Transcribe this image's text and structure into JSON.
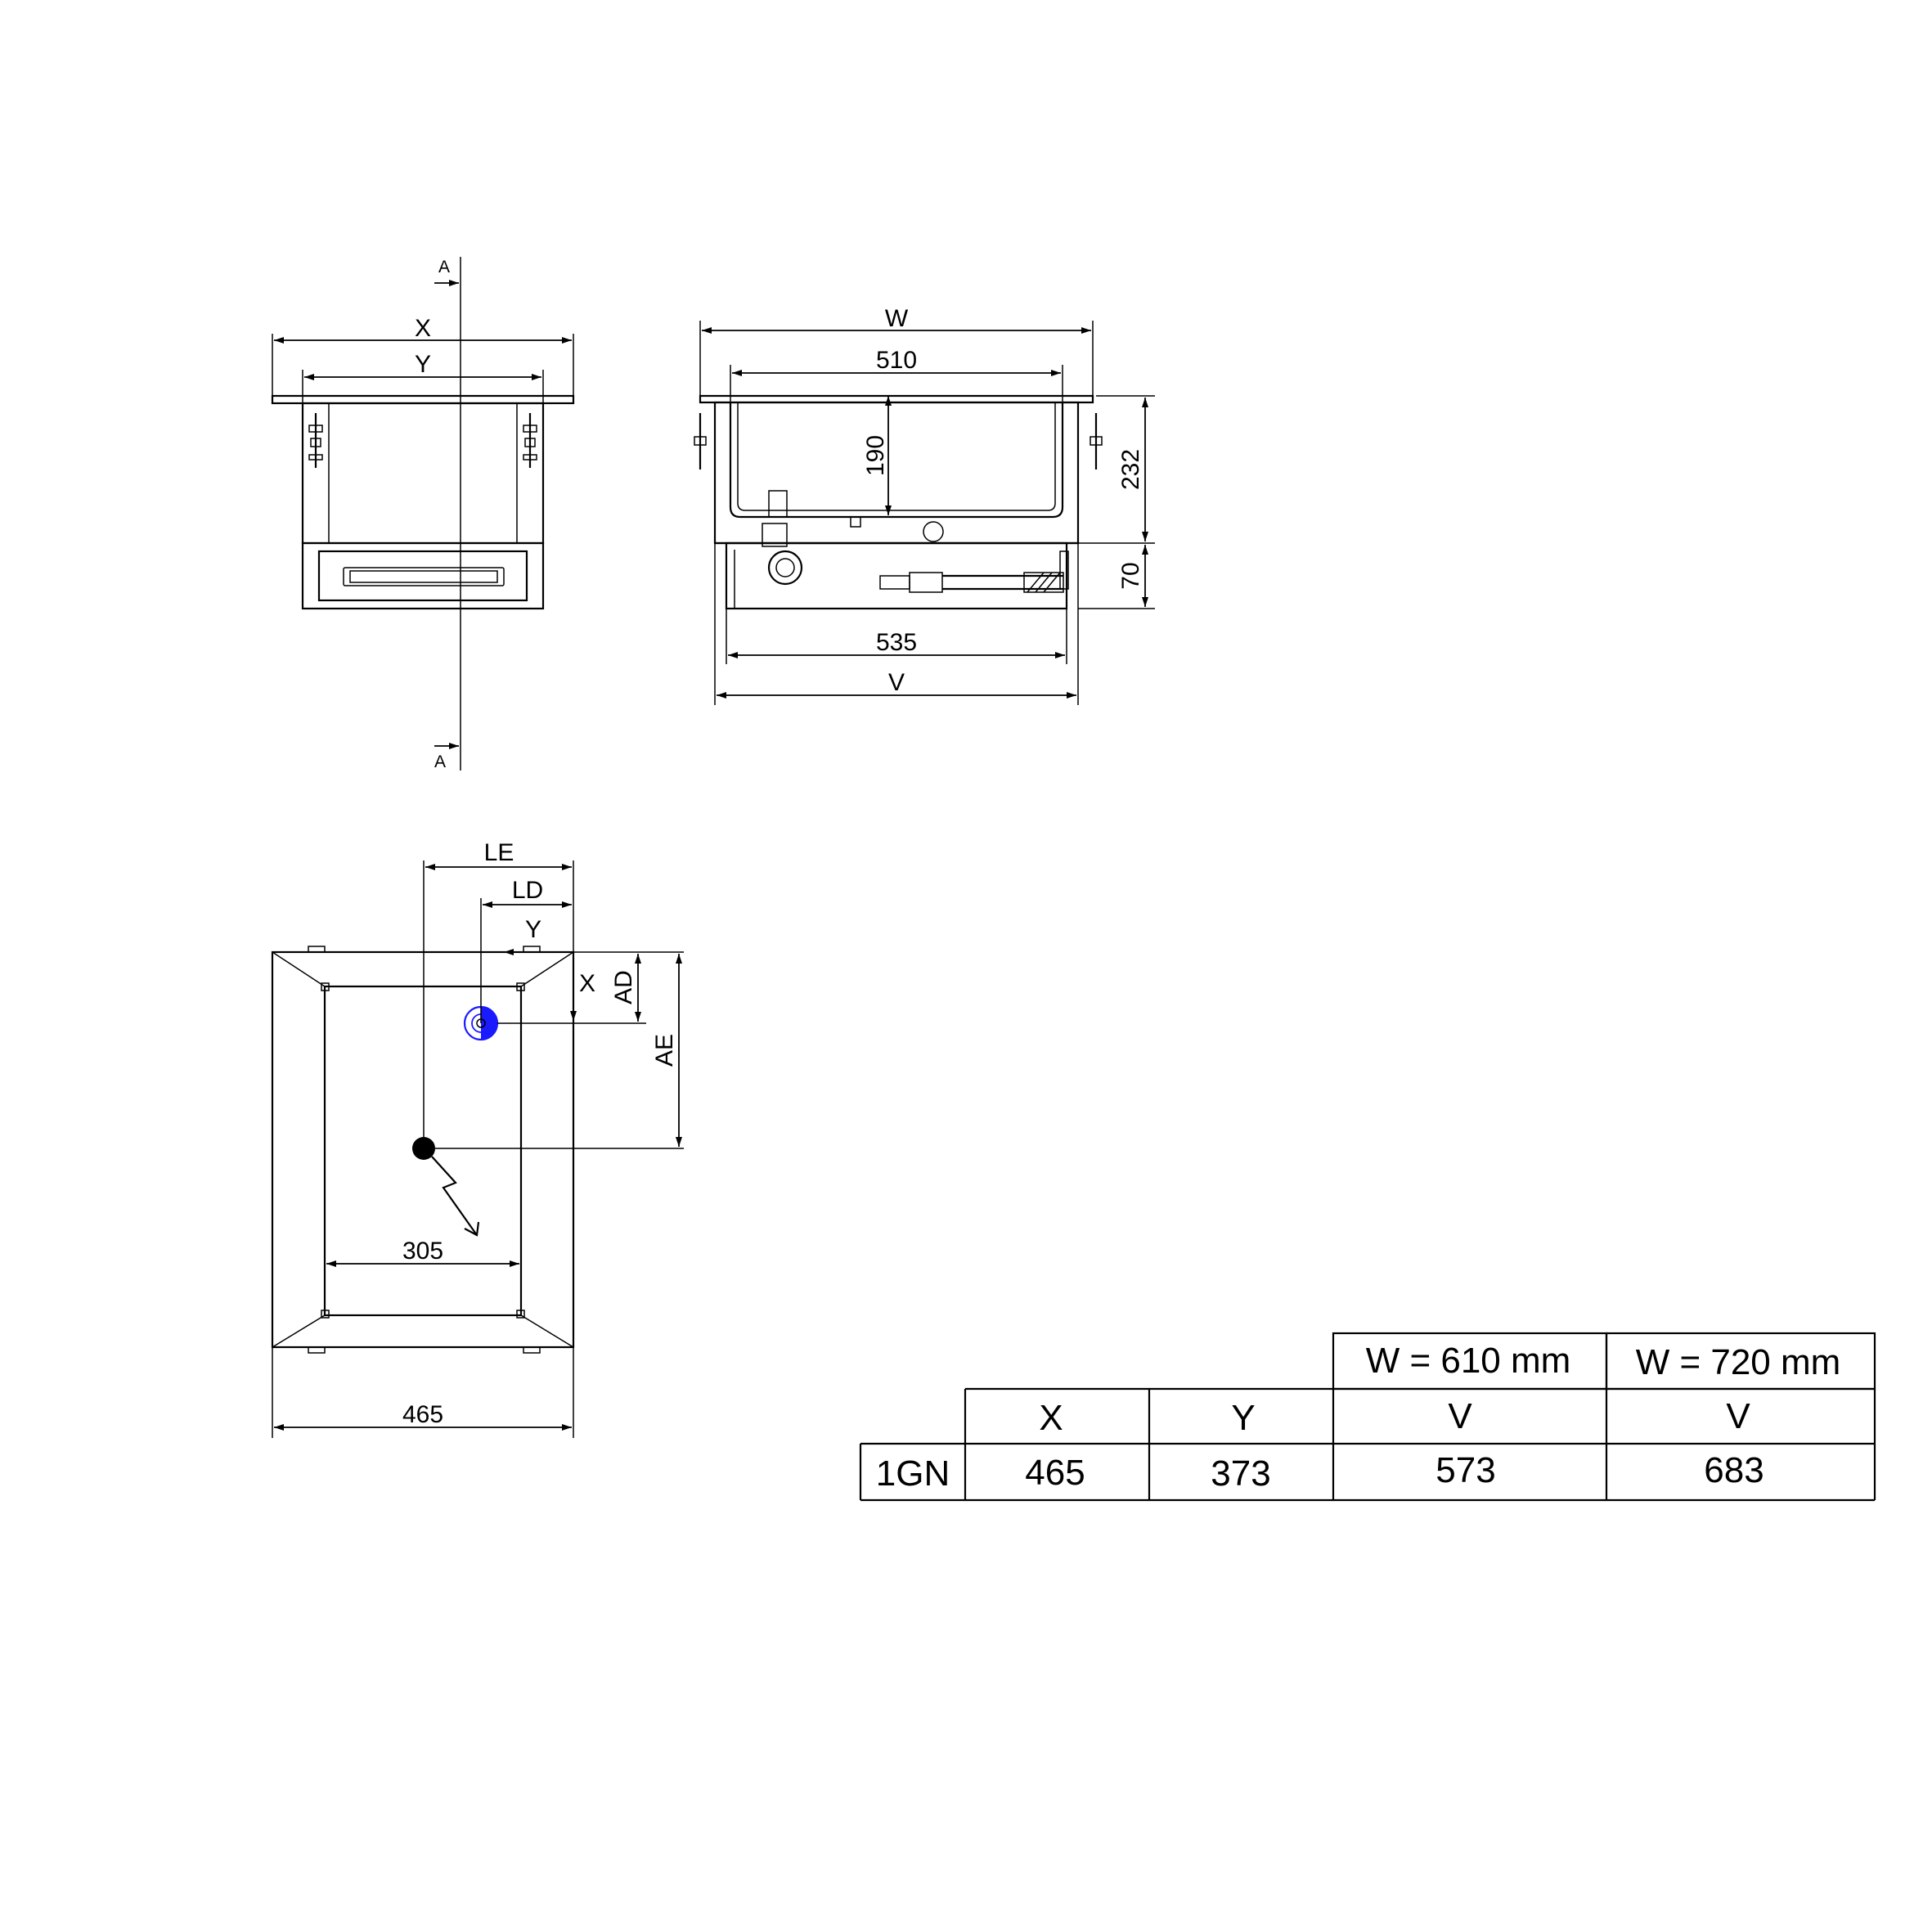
{
  "front_view": {
    "section_marker": "A",
    "dims": {
      "outer_width": "X",
      "inner_width": "Y"
    }
  },
  "side_view": {
    "dims": {
      "overall_width": "W",
      "tank_width": "510",
      "tank_depth": "190",
      "top_height": "232",
      "bottom_height": "70",
      "base_width": "535",
      "cutout_width": "V"
    }
  },
  "plan_view": {
    "dims": {
      "le": "LE",
      "ld": "LD",
      "ad": "AD",
      "ae": "AE",
      "inner_width": "305",
      "overall_width": "465"
    },
    "axis_labels": {
      "y": "Y",
      "x": "X"
    },
    "water_connection_color": "#1a1aff",
    "electric_connection_color": "#000000"
  },
  "table": {
    "group_headers": [
      "W = 610 mm",
      "W = 720 mm"
    ],
    "column_headers": [
      "X",
      "Y",
      "V",
      "V"
    ],
    "rows": [
      {
        "label": "1GN",
        "cells": [
          "465",
          "373",
          "573",
          "683"
        ]
      }
    ]
  }
}
